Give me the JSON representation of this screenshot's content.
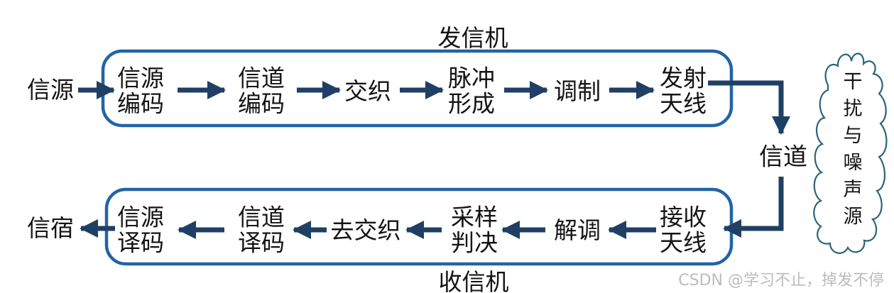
{
  "source_label": "信源",
  "sink_label": "信宿",
  "channel_label": "信道",
  "noise_cloud_label": "干扰与噪声源",
  "watermark": "CSDN @学习不止，掉发不停",
  "transmitter": {
    "title": "发信机",
    "nodes": [
      "信源\n编码",
      "信道\n编码",
      "交织",
      "脉冲\n形成",
      "调制",
      "发射\n天线"
    ]
  },
  "receiver": {
    "title": "收信机",
    "nodes": [
      "信源\n译码",
      "信道\n译码",
      "去交织",
      "采样\n判决",
      "解调",
      "接收\n天线"
    ]
  },
  "colors": {
    "arrow": "#1f4064",
    "box_border": "#2264a5",
    "cloud_stroke": "#2a647f",
    "text": "#141414",
    "watermark": "#bcbcbc"
  }
}
